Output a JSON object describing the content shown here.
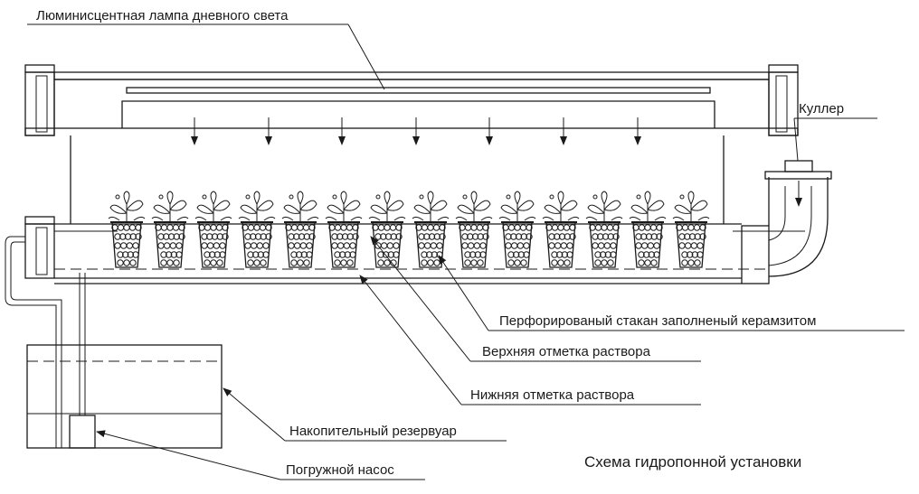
{
  "diagram": {
    "caption": "Схема гидропонной установки",
    "labels": {
      "lamp": "Люминисцентная лампа дневного света",
      "cooler": "Куллер",
      "cup": "Перфорированый стакан заполненый керамзитом",
      "upper_level": "Верхняя отметка раствора",
      "lower_level": "Нижняя отметка раствора",
      "reservoir": "Накопительный резервуар",
      "pump": "Погружной насос"
    }
  }
}
